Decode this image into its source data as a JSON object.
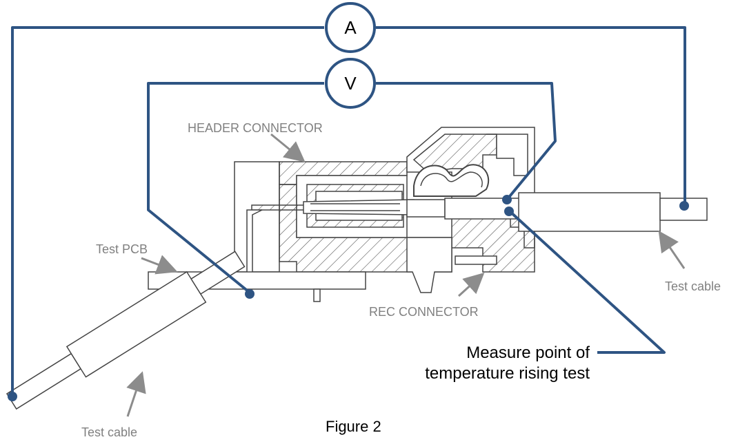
{
  "colors": {
    "wire": "#2e5483",
    "outline": "#444444",
    "label_gray": "#808080",
    "arrow_gray": "#8c8c8c"
  },
  "meters": {
    "ammeter": "A",
    "voltmeter": "V"
  },
  "labels": {
    "header_connector": "HEADER CONNECTOR",
    "test_pcb": "Test PCB",
    "rec_connector": "REC CONNECTOR",
    "test_cable_right": "Test cable",
    "test_cable_left": "Test cable",
    "measure_point_line1": "Measure point of",
    "measure_point_line2": "temperature rising test",
    "figure_caption": "Figure 2"
  }
}
